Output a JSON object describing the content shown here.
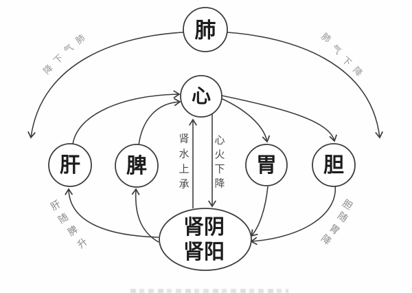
{
  "diagram": {
    "background_color": "#fefefe",
    "line_color": "#3c3c3c",
    "nodes": {
      "lung": "肺",
      "heart": "心",
      "liver": "肝",
      "spleen": "脾",
      "stomach": "胃",
      "gallbladder": "胆",
      "kidney": {
        "line1": "肾阴",
        "line2": "肾阳"
      }
    },
    "edge_labels": {
      "lung_qi_left": "肺气下降",
      "lung_qi_right": "肺气下降",
      "liver_spleen": "肝随脾升",
      "gall_stomach": "胆随胃降",
      "kidney_water": "肾水上承",
      "heart_fire": "心火下降"
    }
  }
}
